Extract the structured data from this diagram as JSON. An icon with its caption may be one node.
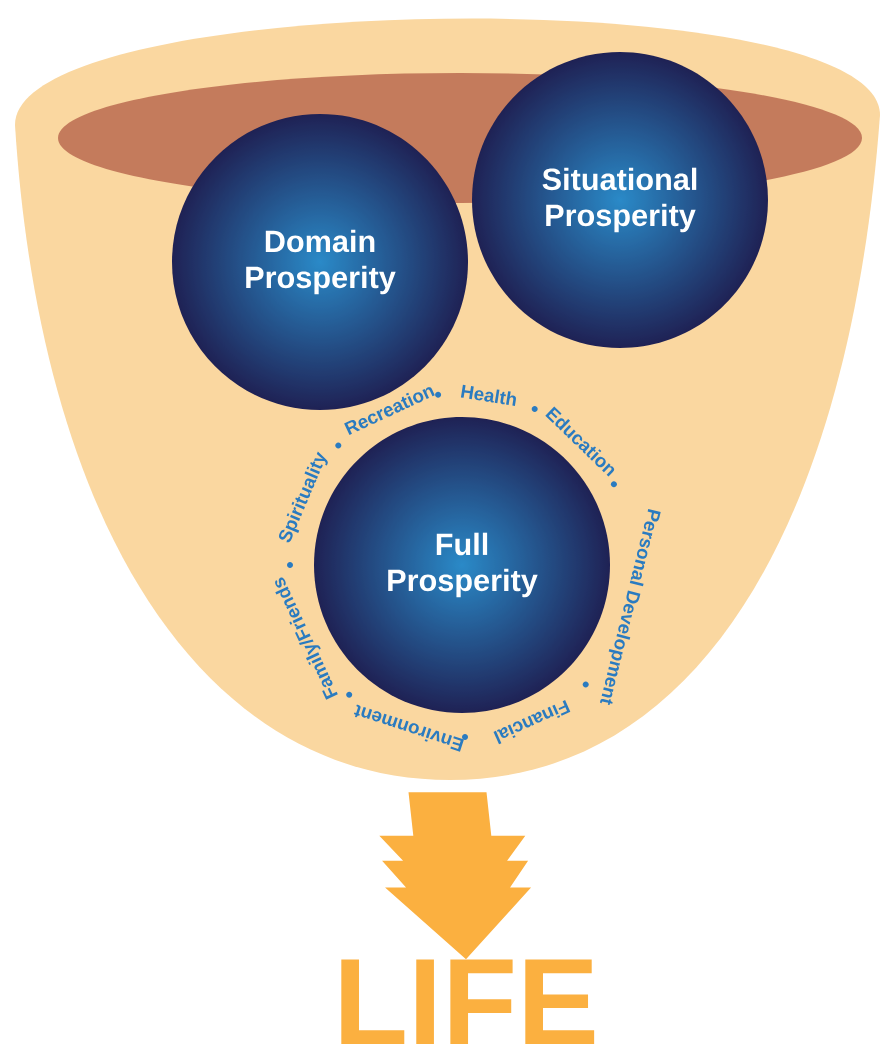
{
  "diagram": {
    "nodes": [
      {
        "text": [],
        "shape": "funnel"
      },
      {
        "text": [
          "Domain Prosperity"
        ],
        "in": 0
      },
      {
        "text": [
          "Situational Prosperity"
        ],
        "in": 0
      },
      {
        "text": [
          "Full Prosperity"
        ],
        "in": 0,
        "beside": [
          "Recreation",
          "Health",
          "Education",
          "Personal Development",
          "Financial",
          "Environment",
          "Family/Friends",
          "Spirituality"
        ]
      },
      {
        "text": [
          "LIFE"
        ]
      }
    ],
    "edges": [
      {
        "from": 0,
        "to": 4,
        "arrow": "to"
      }
    ]
  }
}
